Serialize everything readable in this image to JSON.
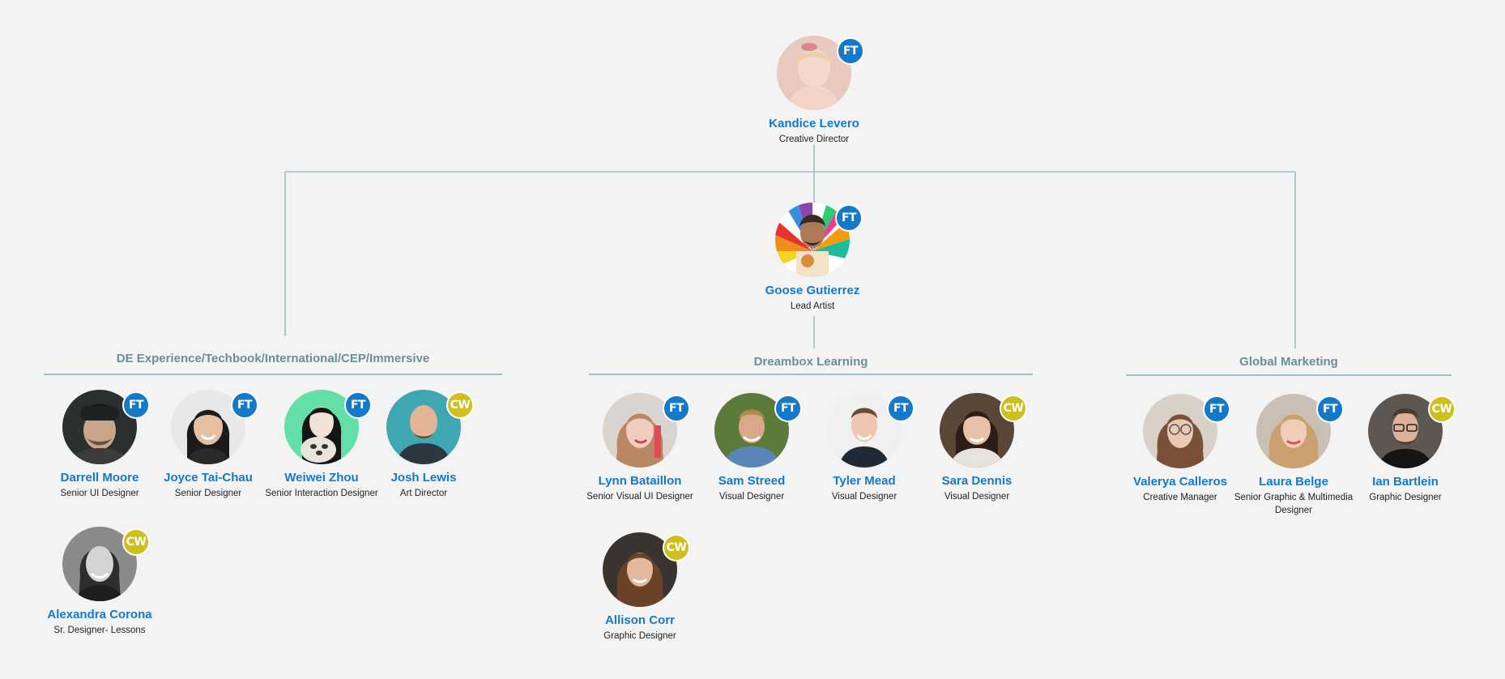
{
  "colors": {
    "background": "#f3f3f3",
    "name": "#1479c9",
    "group_title": "#6c8f97",
    "connector": "#9fbcc2",
    "badge_ft": "#1479c9",
    "badge_cw": "#cdbf1c"
  },
  "director": {
    "name": "Kandice Levero",
    "role": "Creative Director",
    "badge": "FT"
  },
  "lead": {
    "name": "Goose Gutierrez",
    "role": "Lead Artist",
    "badge": "FT"
  },
  "groups": [
    {
      "title": "DE Experience/Techbook/International/CEP/Immersive",
      "members": [
        {
          "name": "Darrell Moore",
          "role": "Senior UI Designer",
          "badge": "FT"
        },
        {
          "name": "Joyce Tai-Chau",
          "role": "Senior Designer",
          "badge": "FT"
        },
        {
          "name": "Weiwei Zhou",
          "role": "Senior Interaction Designer",
          "badge": "FT"
        },
        {
          "name": "Josh Lewis",
          "role": "Art Director",
          "badge": "CW"
        },
        {
          "name": "Alexandra Corona",
          "role": "Sr. Designer- Lessons",
          "badge": "CW"
        }
      ]
    },
    {
      "title": "Dreambox Learning",
      "members": [
        {
          "name": "Lynn Bataillon",
          "role": "Senior Visual UI Designer",
          "badge": "FT"
        },
        {
          "name": "Sam Streed",
          "role": "Visual Designer",
          "badge": "FT"
        },
        {
          "name": "Tyler Mead",
          "role": "Visual Designer",
          "badge": "FT"
        },
        {
          "name": "Sara Dennis",
          "role": "Visual Designer",
          "badge": "CW"
        },
        {
          "name": "Allison Corr",
          "role": "Graphic Designer",
          "badge": "CW"
        }
      ]
    },
    {
      "title": "Global Marketing",
      "members": [
        {
          "name": "Valerya Calleros",
          "role": "Creative Manager",
          "badge": "FT"
        },
        {
          "name": "Laura Belge",
          "role": "Senior Graphic & Multimedia Designer",
          "badge": "FT"
        },
        {
          "name": "Ian Bartlein",
          "role": "Graphic Designer",
          "badge": "CW"
        }
      ]
    }
  ]
}
